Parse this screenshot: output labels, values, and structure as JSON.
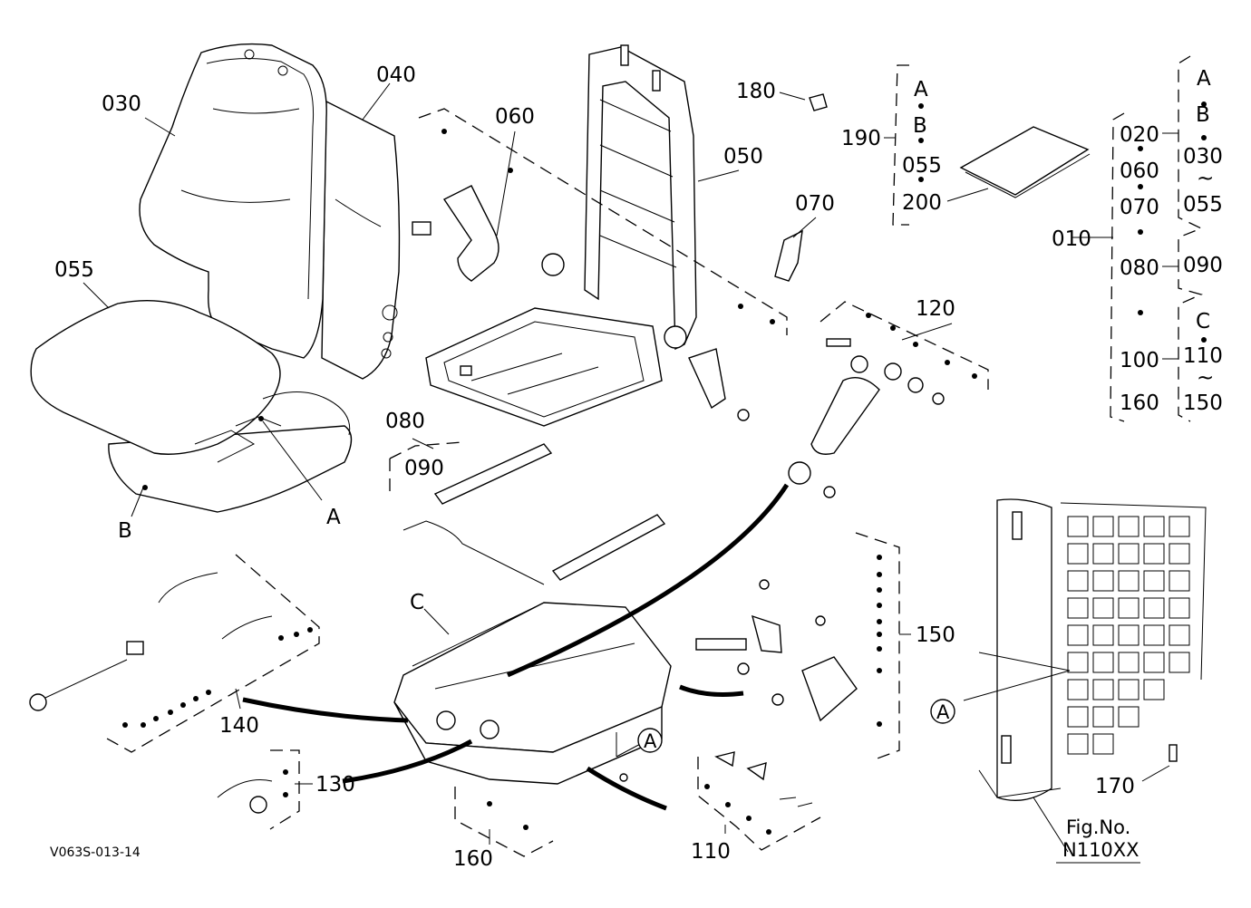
{
  "callouts": {
    "p030": "030",
    "p040": "040",
    "p055": "055",
    "pA": "A",
    "pB": "B",
    "p060": "060",
    "p050": "050",
    "p070": "070",
    "p180": "180",
    "p080": "080",
    "p090": "090",
    "p120": "120",
    "pC": "C",
    "p150": "150",
    "p140": "140",
    "p130": "130",
    "p160": "160",
    "p110": "110",
    "p170": "170",
    "pA_circle1": "A",
    "pA_circle2": "A"
  },
  "group_190": {
    "label": "190",
    "items": [
      "A",
      "B",
      "055",
      "200"
    ]
  },
  "group_010": {
    "label": "010",
    "left": [
      "020",
      "060",
      "070",
      "080",
      "100",
      "160"
    ],
    "right_top": [
      "A",
      "B",
      "030",
      "~",
      "055"
    ],
    "right_mid": "090",
    "right_bot": [
      "C",
      "110",
      "~",
      "150"
    ]
  },
  "fig": {
    "label": "Fig.No.",
    "number": "N110XX"
  },
  "drawing_code": "V063S-013-14"
}
